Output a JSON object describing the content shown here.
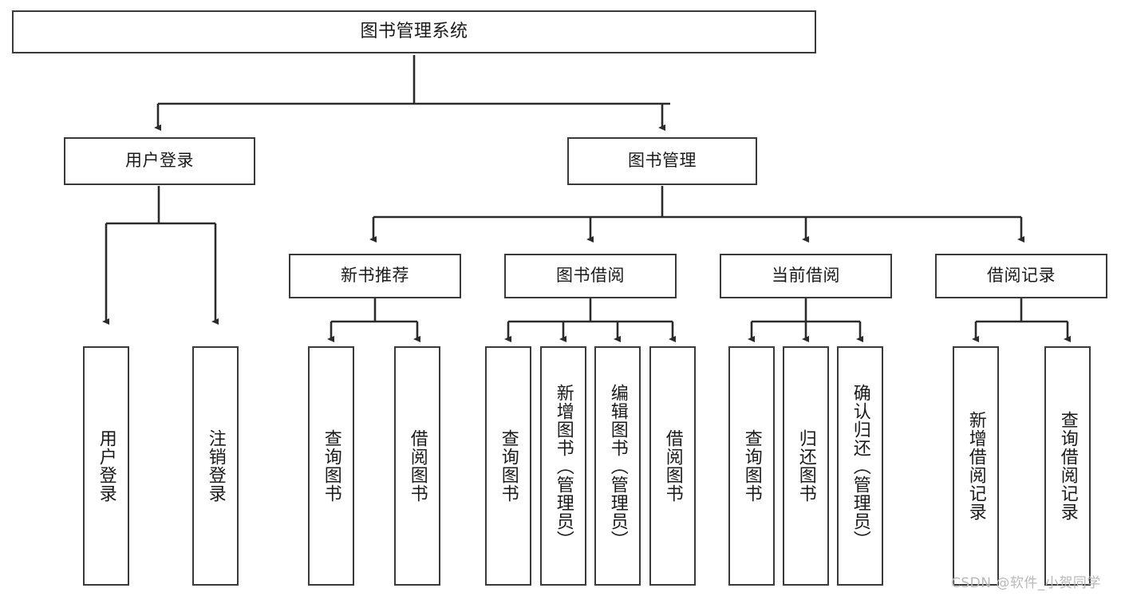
{
  "diagram": {
    "title": "图书管理系统",
    "type": "hierarchy-tree",
    "colors": {
      "box_border": "#3a3a3a",
      "box_fill": "#ffffff",
      "line": "#2b2b2b",
      "text": "#1a1a1a",
      "watermark": "#b9b9b9",
      "background": "#ffffff"
    },
    "root": {
      "label": "图书管理系统"
    },
    "level2": [
      {
        "label": "用户登录"
      },
      {
        "label": "图书管理"
      }
    ],
    "level3": [
      {
        "label": "新书推荐"
      },
      {
        "label": "图书借阅"
      },
      {
        "label": "当前借阅"
      },
      {
        "label": "借阅记录"
      }
    ],
    "leaves": {
      "user_login": [
        {
          "label": "用户登录"
        },
        {
          "label": "注销登录"
        }
      ],
      "new_book": [
        {
          "label": "查询图书"
        },
        {
          "label": "借阅图书"
        }
      ],
      "book_borrow": [
        {
          "label": "查询图书"
        },
        {
          "label": "新增图书（管理员）"
        },
        {
          "label": "编辑图书（管理员）"
        },
        {
          "label": "借阅图书"
        }
      ],
      "current_borrow": [
        {
          "label": "查询图书"
        },
        {
          "label": "归还图书"
        },
        {
          "label": "确认归还（管理员）"
        }
      ],
      "borrow_record": [
        {
          "label": "新增借阅记录"
        },
        {
          "label": "查询借阅记录"
        }
      ]
    }
  },
  "watermark": {
    "text": "CSDN @软件_小贺同学"
  }
}
